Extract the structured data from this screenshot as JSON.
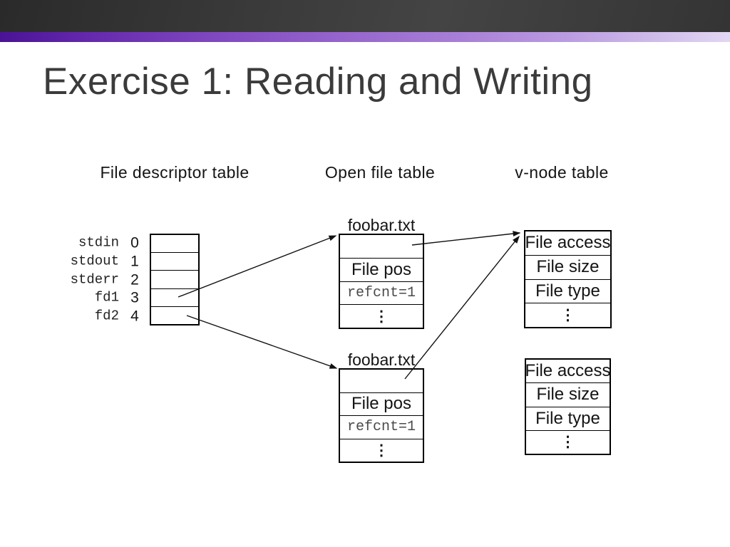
{
  "slide": {
    "title": "Exercise 1: Reading and Writing"
  },
  "column_headers": {
    "fd": "File descriptor table",
    "open": "Open file table",
    "vnode": "v-node table"
  },
  "fd_table": {
    "rows": [
      {
        "label": "stdin",
        "index": "0"
      },
      {
        "label": "stdout",
        "index": "1"
      },
      {
        "label": "stderr",
        "index": "2"
      },
      {
        "label": "fd1",
        "index": "3"
      },
      {
        "label": "fd2",
        "index": "4"
      }
    ]
  },
  "open_file_tables": [
    {
      "caption": "foobar.txt",
      "file_pos": "File pos",
      "refcnt": "refcnt=1",
      "ellipsis": "⋮"
    },
    {
      "caption": "foobar.txt",
      "file_pos": "File pos",
      "refcnt": "refcnt=1",
      "ellipsis": "⋮"
    }
  ],
  "vnode_tables": [
    {
      "access": "File access",
      "size": "File size",
      "type": "File type",
      "ellipsis": "⋮"
    },
    {
      "access": "File access",
      "size": "File size",
      "type": "File type",
      "ellipsis": "⋮"
    }
  ],
  "colors": {
    "top_bar": "#373737",
    "accent_left": "#4a1396",
    "accent_right": "#e2d7f3",
    "title_text": "#3b3b3b",
    "diagram_line": "#111111"
  }
}
